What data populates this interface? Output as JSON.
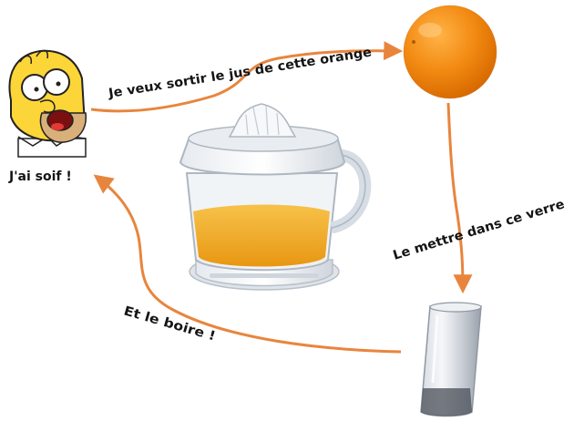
{
  "diagram": {
    "labels": {
      "thirsty": "J'ai soif !",
      "extract_juice": "Je veux sortir le jus de cette orange",
      "pour_in_glass": "Le mettre dans ce verre",
      "drink": "Et le boire !"
    },
    "nodes": [
      {
        "id": "homer",
        "icon": "homer-face-icon"
      },
      {
        "id": "orange",
        "icon": "orange-fruit-icon"
      },
      {
        "id": "juicer",
        "icon": "citrus-juicer-icon"
      },
      {
        "id": "glass",
        "icon": "drinking-glass-icon"
      }
    ],
    "edges": [
      {
        "from": "homer",
        "to": "orange",
        "label": "extract_juice"
      },
      {
        "from": "orange",
        "to": "glass",
        "label": "pour_in_glass"
      },
      {
        "from": "glass",
        "to": "homer",
        "label": "drink"
      }
    ],
    "colors": {
      "arrow": "#e8853d",
      "text": "#141414",
      "orange_fruit": "#f28a12",
      "homer_skin": "#fcd538",
      "juice": "#f2a61f",
      "glass": "#c9ced6"
    }
  }
}
